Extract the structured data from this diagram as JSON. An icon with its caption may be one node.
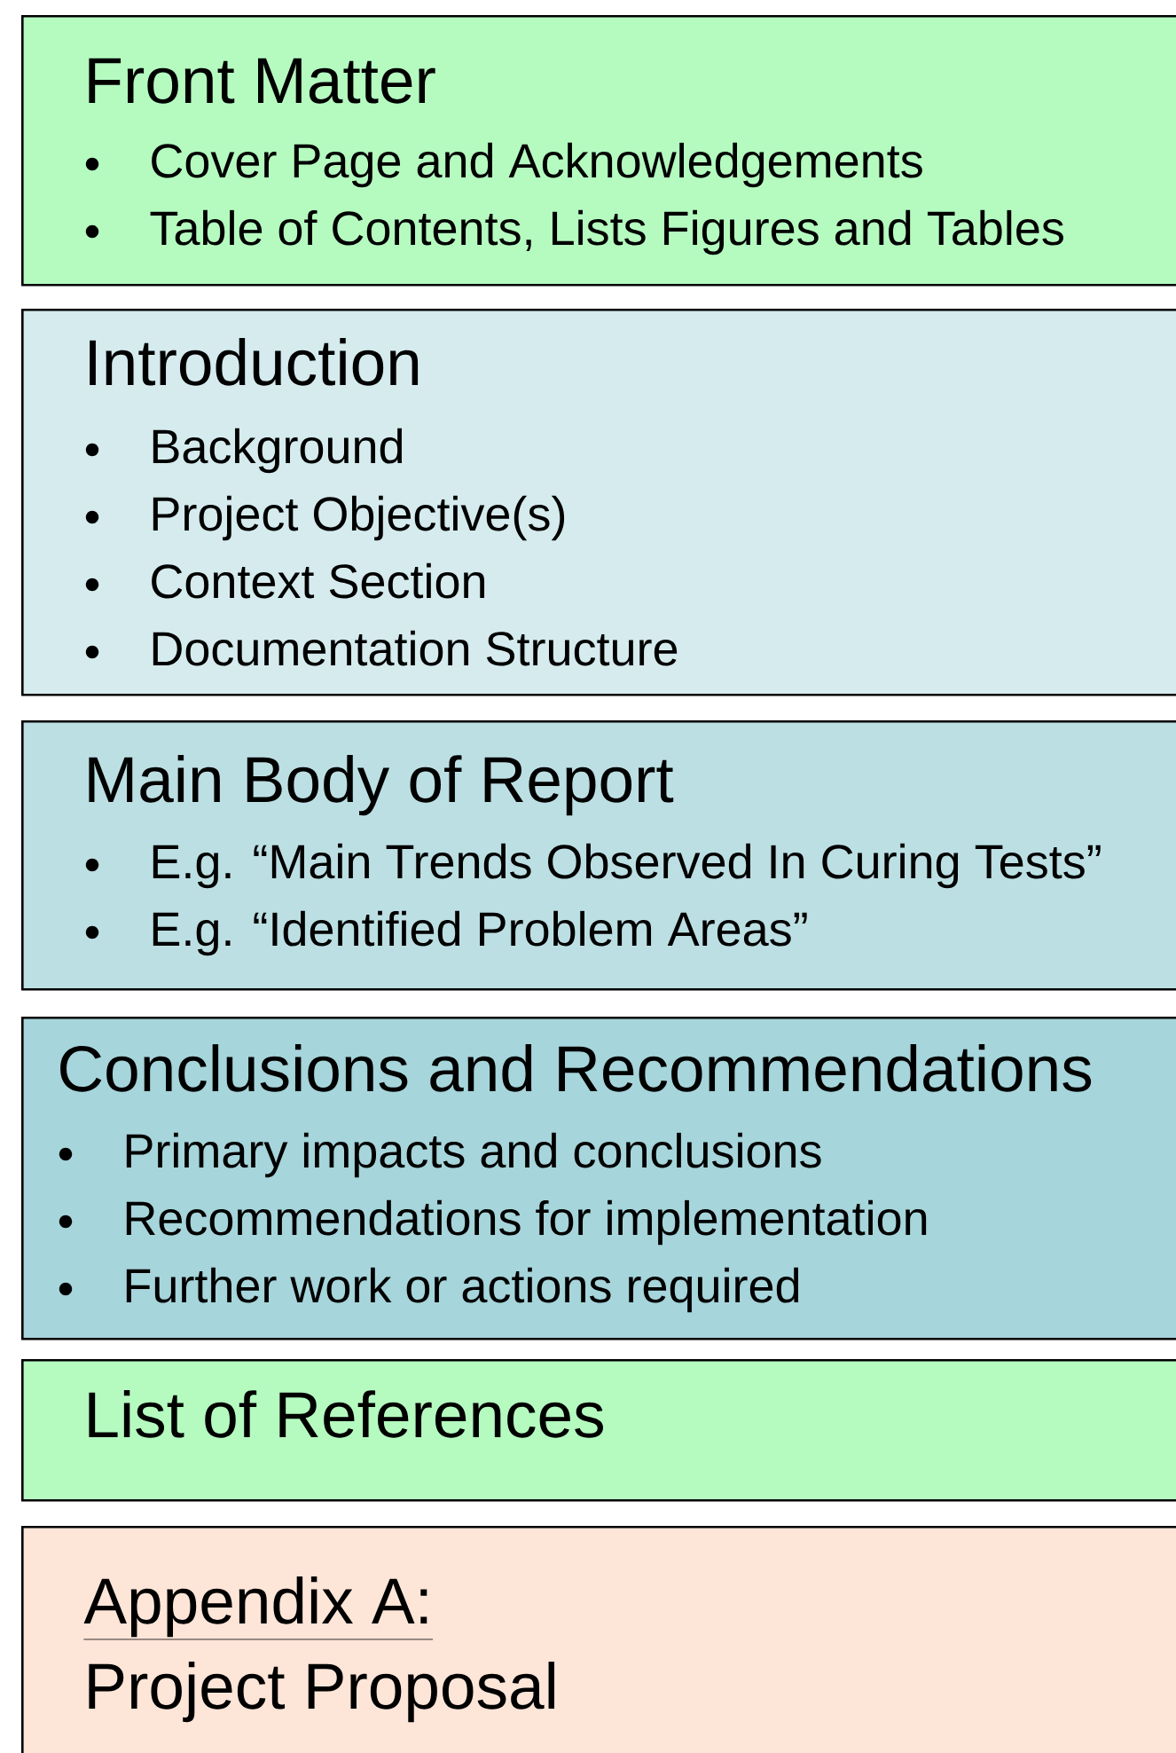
{
  "diagram": {
    "nodes": [
      {
        "text": [
          "Front Matter",
          "Cover Page and Acknowledgements",
          "Table of Contents, Lists Figures and Tables"
        ]
      },
      {
        "text": [
          "Introduction",
          "Background",
          "Project Objective(s)",
          "Context Section",
          "Documentation Structure"
        ]
      },
      {
        "text": [
          "Main Body of Report",
          "E.g. “Main Trends Observed In Curing Tests”",
          "E.g. “Identified Problem Areas”"
        ]
      },
      {
        "text": [
          "Conclusions and Recommendations",
          "Primary impacts and conclusions",
          "Recommendations for implementation",
          "Further work or actions required"
        ]
      },
      {
        "text": [
          "List of References"
        ]
      },
      {
        "text": [
          "Appendix A:",
          "Project Proposal"
        ]
      }
    ]
  }
}
